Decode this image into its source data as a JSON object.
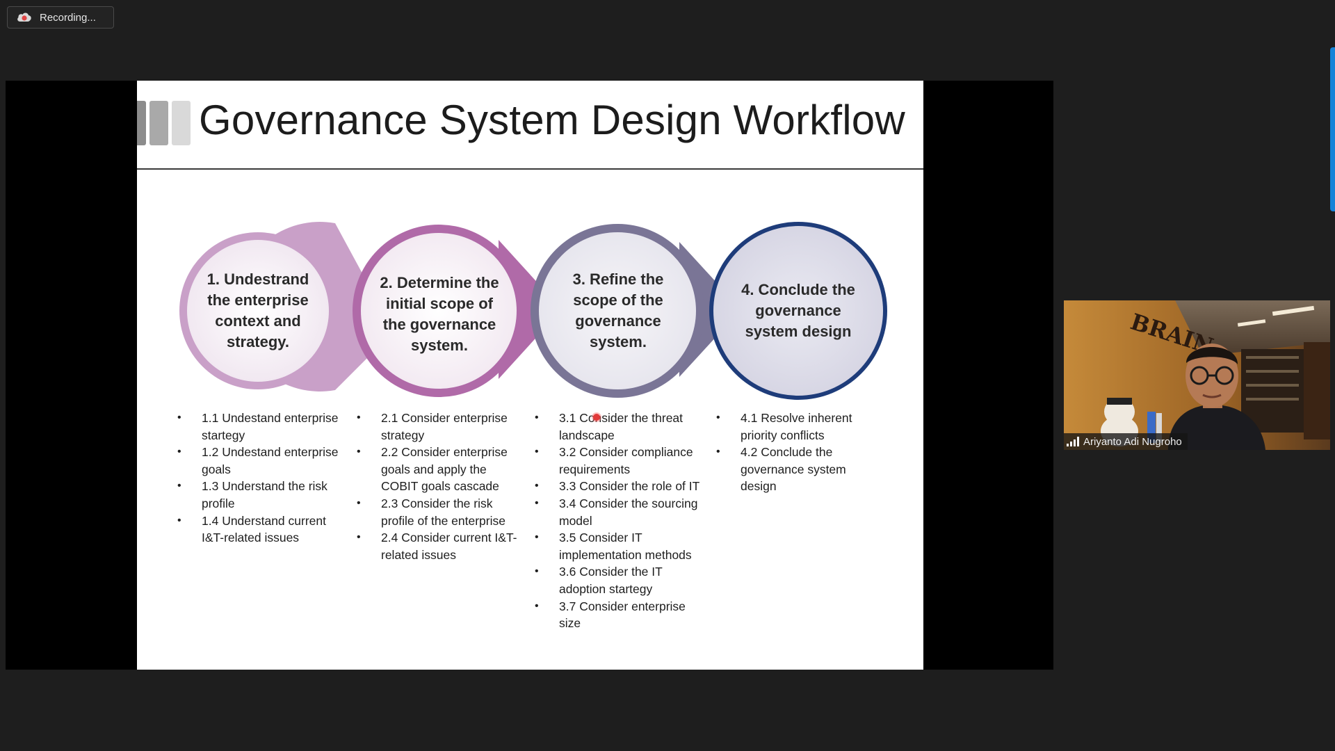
{
  "recording": {
    "label": "Recording..."
  },
  "slide": {
    "title": "Governance System Design Workflow",
    "steps": [
      {
        "label": "1. Undestrand the enterprise context and strategy.",
        "items": [
          "1.1 Undestand enterprise startegy",
          "1.2 Undestand enterprise goals",
          "1.3 Understand the risk profile",
          "1.4 Understand current I&T-related issues"
        ]
      },
      {
        "label": "2. Determine the initial scope of the governance system.",
        "items": [
          "2.1 Consider enterprise strategy",
          "2.2 Consider enterprise goals and apply the COBIT goals cascade",
          "2.3 Consider the risk profile of the enterprise",
          "2.4 Consider current I&T-related issues"
        ]
      },
      {
        "label": "3. Refine the scope of the governance system.",
        "items": [
          "3.1 Consider the threat landscape",
          "3.2 Consider compliance requirements",
          "3.3 Consider the role of IT",
          "3.4 Consider the sourcing model",
          "3.5 Consider IT implementation methods",
          "3.6 Consider the IT adoption startegy",
          "3.7 Consider enterprise size"
        ]
      },
      {
        "label": "4. Conclude the governance system design",
        "items": [
          "4.1 Resolve inherent priority conflicts",
          "4.2 Conclude the governance system design"
        ]
      }
    ]
  },
  "video": {
    "participant_name": "Ariyanto Adi Nugroho",
    "background_sign": "BRAIN"
  },
  "icons": {
    "recording": "cloud-record-icon",
    "signal": "signal-bars-icon"
  },
  "colors": {
    "step1_ring": "#c9a0c8",
    "step2_ring": "#b06aa8",
    "step3_ring": "#7a7596",
    "step4_ring": "#1e3c7a",
    "accent_edge": "#1683d8"
  }
}
